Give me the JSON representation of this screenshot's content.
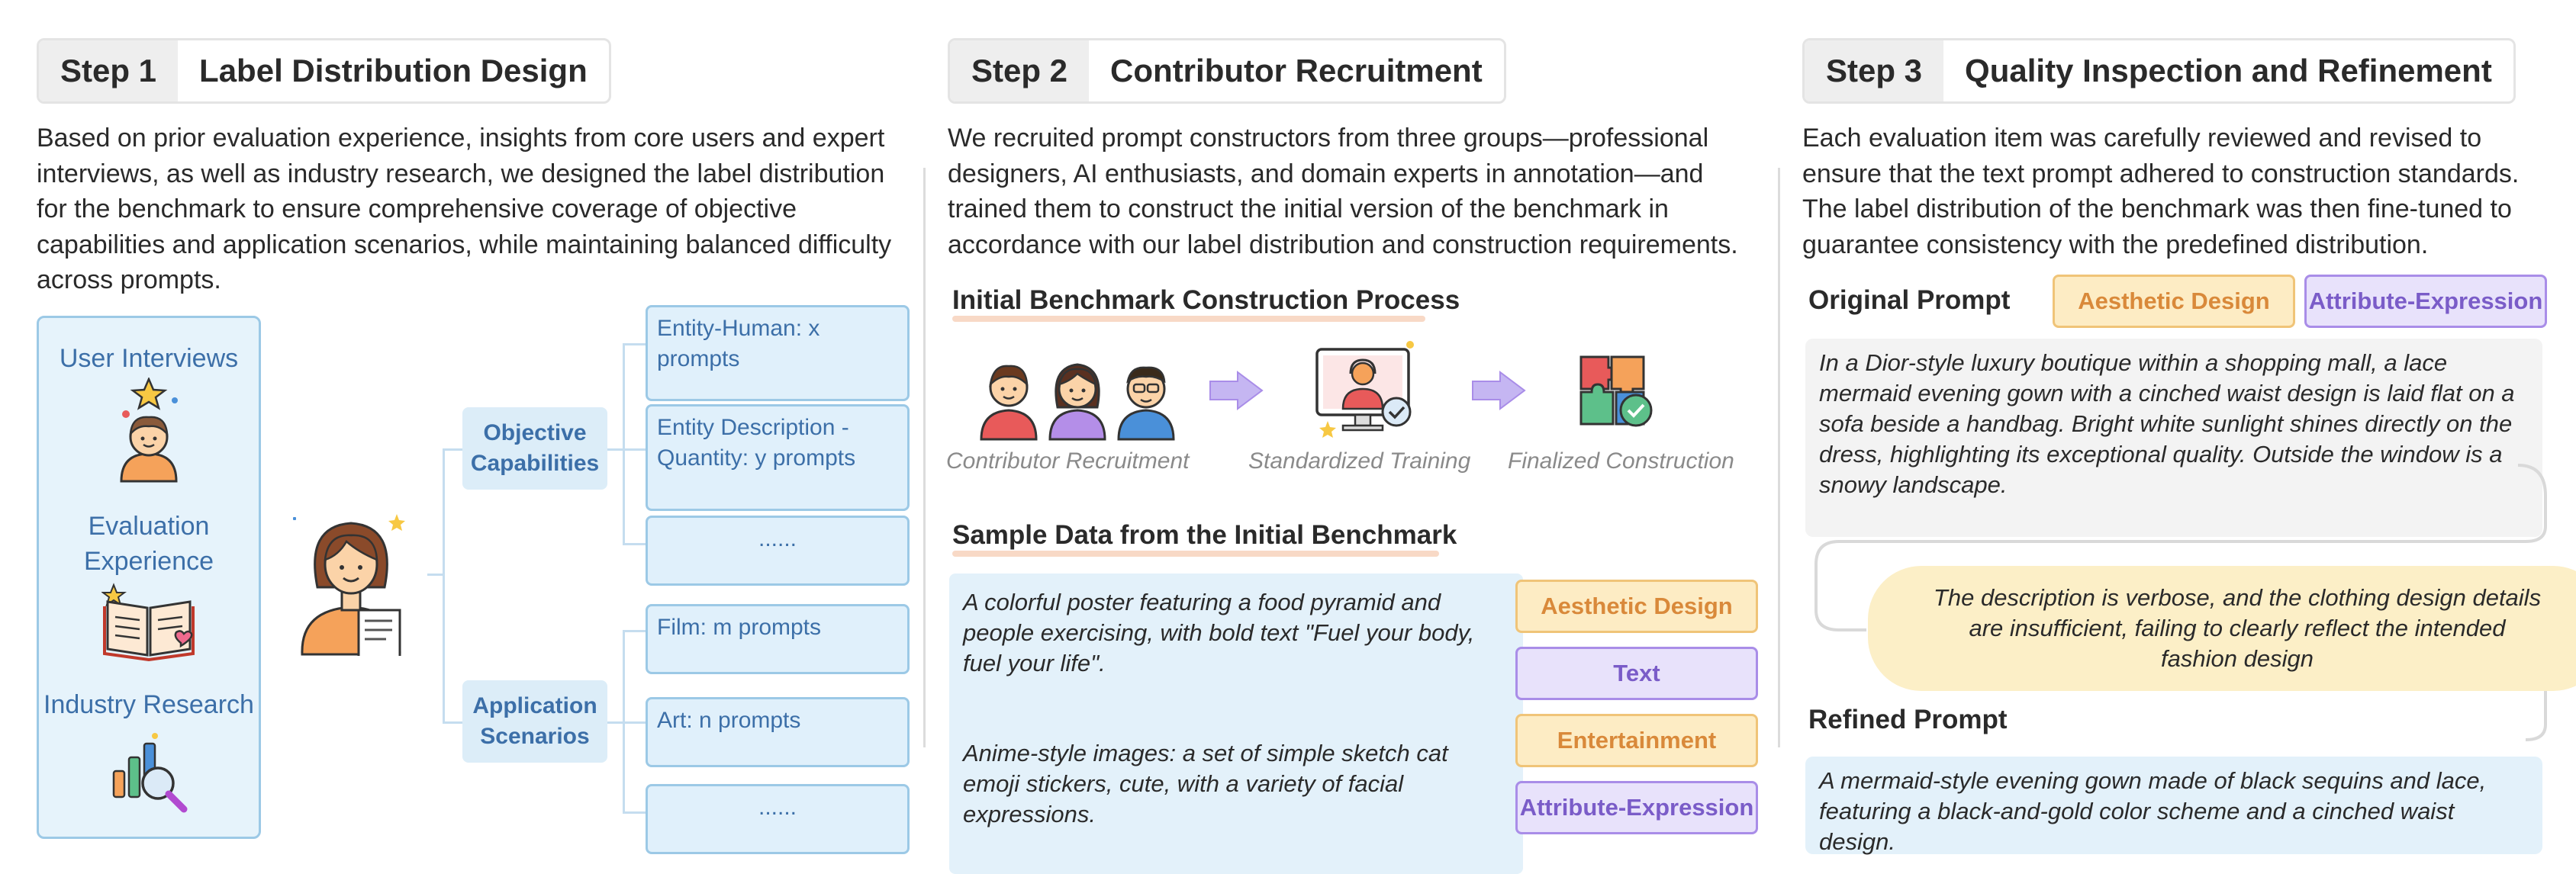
{
  "step1": {
    "num": "Step 1",
    "title": "Label Distribution Design",
    "description": "Based on prior evaluation experience, insights from core users and expert interviews, as well as industry research, we designed the label distribution for the benchmark to ensure comprehensive coverage of objective capabilities and application scenarios, while maintaining balanced difficulty across prompts.",
    "sources": [
      "User Interviews",
      "Evaluation Experience",
      "Industry Research"
    ],
    "categories": [
      {
        "label": "Objective Capabilities",
        "leaves": [
          "Entity-Human: x prompts",
          "Entity Description - Quantity: y prompts",
          "......"
        ]
      },
      {
        "label": "Application Scenarios",
        "leaves": [
          "Film: m prompts",
          "Art: n prompts",
          "......"
        ]
      }
    ]
  },
  "step2": {
    "num": "Step 2",
    "title": "Contributor Recruitment",
    "description": "We recruited prompt constructors from three groups—professional designers, AI enthusiasts, and domain experts in annotation—and trained them to construct the initial version of the benchmark in accordance with our label distribution and construction requirements.",
    "process_heading": "Initial Benchmark Construction Process",
    "process_steps": [
      "Contributor Recruitment",
      "Standardized Training",
      "Finalized Construction"
    ],
    "sample_heading": "Sample Data from the Initial Benchmark",
    "samples": [
      {
        "text": "A colorful poster featuring a food pyramid and people exercising, with bold text \"Fuel your body, fuel your life\".",
        "tags": [
          "Aesthetic Design",
          "Text"
        ]
      },
      {
        "text": "Anime-style images: a set of simple sketch cat emoji stickers, cute, with a variety of facial expressions.",
        "tags": [
          "Entertainment",
          "Attribute-Expression"
        ]
      }
    ]
  },
  "step3": {
    "num": "Step 3",
    "title": "Quality Inspection and Refinement",
    "description": "Each evaluation item was carefully reviewed and revised to ensure that the text prompt adhered to construction standards. The label distribution of the benchmark was then fine-tuned to guarantee consistency with the predefined distribution.",
    "original_heading": "Original Prompt",
    "original_tags": [
      "Aesthetic Design",
      "Attribute-Expression"
    ],
    "original_text": "In a Dior-style luxury boutique within a shopping mall, a lace mermaid evening gown with a cinched waist design is laid flat on a sofa beside a handbag. Bright white sunlight shines directly on the dress, highlighting its exceptional quality. Outside the window is a snowy landscape.",
    "feedback": "The description is verbose, and the clothing design details are insufficient, failing to clearly reflect the intended fashion design",
    "refined_heading": "Refined Prompt",
    "refined_text": "A mermaid-style evening gown made of black sequins and lace, featuring a black-and-gold color scheme and a cinched waist design."
  },
  "colors": {
    "blue_text": "#3c6fa8",
    "blue_fill": "#e3f1fa",
    "orange_tag": "#fdecc4",
    "purple_tag": "#e8e2fb",
    "feedback_fill": "#fcefc7",
    "arrow": "#c5b6f2"
  }
}
